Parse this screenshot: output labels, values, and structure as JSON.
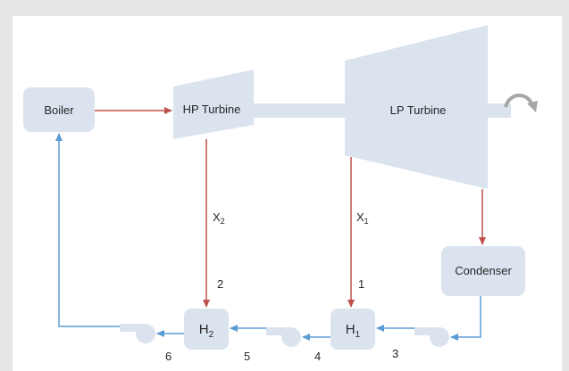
{
  "components": {
    "boiler": "Boiler",
    "hp_turbine": "HP Turbine",
    "lp_turbine": "LP Turbine",
    "condenser": "Condenser",
    "heater1": {
      "base": "H",
      "sub": "1"
    },
    "heater2": {
      "base": "H",
      "sub": "2"
    }
  },
  "extractions": {
    "x1": {
      "base": "X",
      "sub": "1"
    },
    "x2": {
      "base": "X",
      "sub": "2"
    }
  },
  "state_points": {
    "p1": "1",
    "p2": "2",
    "p3": "3",
    "p4": "4",
    "p5": "5",
    "p6": "6"
  },
  "colors": {
    "steam_line": "#c0504d",
    "water_line": "#5b9bd5",
    "component_fill": "#dbe3ef",
    "panel_bg": "#ffffff",
    "outer_bg": "#e6e6e6"
  },
  "icons": {
    "shaft_rotation": "rotation-arrow-icon",
    "pump": "pump-icon"
  }
}
